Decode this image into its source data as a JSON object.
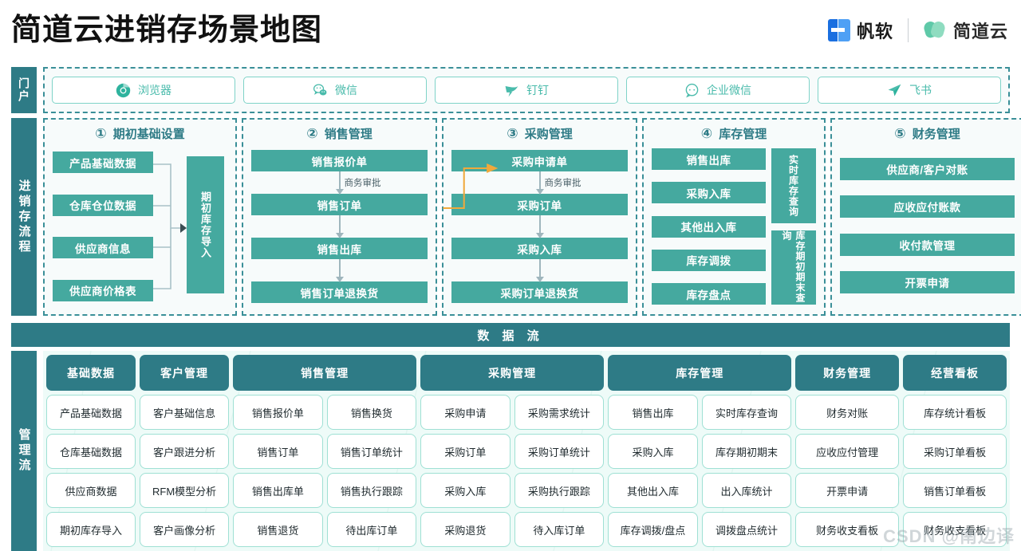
{
  "header": {
    "title": "简道云进销存场景地图",
    "brands": [
      {
        "name": "帆软",
        "icon": "fanruan-logo-icon"
      },
      {
        "name": "简道云",
        "icon": "jiandaoyun-logo-icon"
      }
    ]
  },
  "portal": {
    "label": "门户",
    "items": [
      {
        "label": "浏览器",
        "icon": "chrome-icon"
      },
      {
        "label": "微信",
        "icon": "wechat-icon"
      },
      {
        "label": "钉钉",
        "icon": "dingtalk-icon"
      },
      {
        "label": "企业微信",
        "icon": "wecom-icon"
      },
      {
        "label": "飞书",
        "icon": "feishu-icon"
      }
    ]
  },
  "flow": {
    "label": "进销存流程",
    "panels": [
      {
        "num": "①",
        "title": "期初基础设置",
        "items": [
          "产品基础数据",
          "仓库仓位数据",
          "供应商信息",
          "供应商价格表"
        ],
        "side": "期初库存导入"
      },
      {
        "num": "②",
        "title": "销售管理",
        "items": [
          "销售报价单",
          "销售订单",
          "销售出库",
          "销售订单退换货"
        ],
        "note": "商务审批"
      },
      {
        "num": "③",
        "title": "采购管理",
        "items": [
          "采购申请单",
          "采购订单",
          "采购入库",
          "采购订单退换货"
        ],
        "note": "商务审批"
      },
      {
        "num": "④",
        "title": "库存管理",
        "items": [
          "销售出库",
          "采购入库",
          "其他出入库",
          "库存调拨",
          "库存盘点"
        ],
        "side1": "实时库存查询",
        "side2": "库存期初期末查询"
      },
      {
        "num": "⑤",
        "title": "财务管理",
        "items": [
          "供应商/客户对账",
          "应收应付账款",
          "收付款管理",
          "开票申请"
        ]
      }
    ]
  },
  "dataflow": {
    "label": "数 据 流"
  },
  "mgmt": {
    "label": "管理流",
    "groups": [
      {
        "head": "基础数据",
        "columns": [
          [
            "产品基础数据",
            "仓库基础数据",
            "供应商数据",
            "期初库存导入"
          ]
        ]
      },
      {
        "head": "客户管理",
        "columns": [
          [
            "客户基础信息",
            "客户跟进分析",
            "RFM模型分析",
            "客户画像分析"
          ]
        ]
      },
      {
        "head": "销售管理",
        "columns": [
          [
            "销售报价单",
            "销售订单",
            "销售出库单",
            "销售退货"
          ],
          [
            "销售换货",
            "销售订单统计",
            "销售执行跟踪",
            "待出库订单"
          ]
        ]
      },
      {
        "head": "采购管理",
        "columns": [
          [
            "采购申请",
            "采购订单",
            "采购入库",
            "采购退货"
          ],
          [
            "采购需求统计",
            "采购订单统计",
            "采购执行跟踪",
            "待入库订单"
          ]
        ]
      },
      {
        "head": "库存管理",
        "columns": [
          [
            "销售出库",
            "采购入库",
            "其他出入库",
            "库存调拨/盘点"
          ],
          [
            "实时库存查询",
            "库存期初期末",
            "出入库统计",
            "调拨盘点统计"
          ]
        ]
      },
      {
        "head": "财务管理",
        "columns": [
          [
            "财务对账",
            "应收应付管理",
            "开票申请",
            "财务收支看板"
          ]
        ]
      },
      {
        "head": "经营看板",
        "columns": [
          [
            "库存统计看板",
            "采购订单看板",
            "销售订单看板",
            "财务收支看板"
          ]
        ]
      }
    ]
  },
  "watermark": "CSDN @南边译",
  "colors": {
    "dark_teal": "#2e7b86",
    "teal": "#45a99f",
    "mint": "#49bbab",
    "panel_bg": "#f7fbfb",
    "mgmt_bg": "#eefbf8",
    "cell_border": "#9fe0d4",
    "orange": "#f0a93c"
  }
}
